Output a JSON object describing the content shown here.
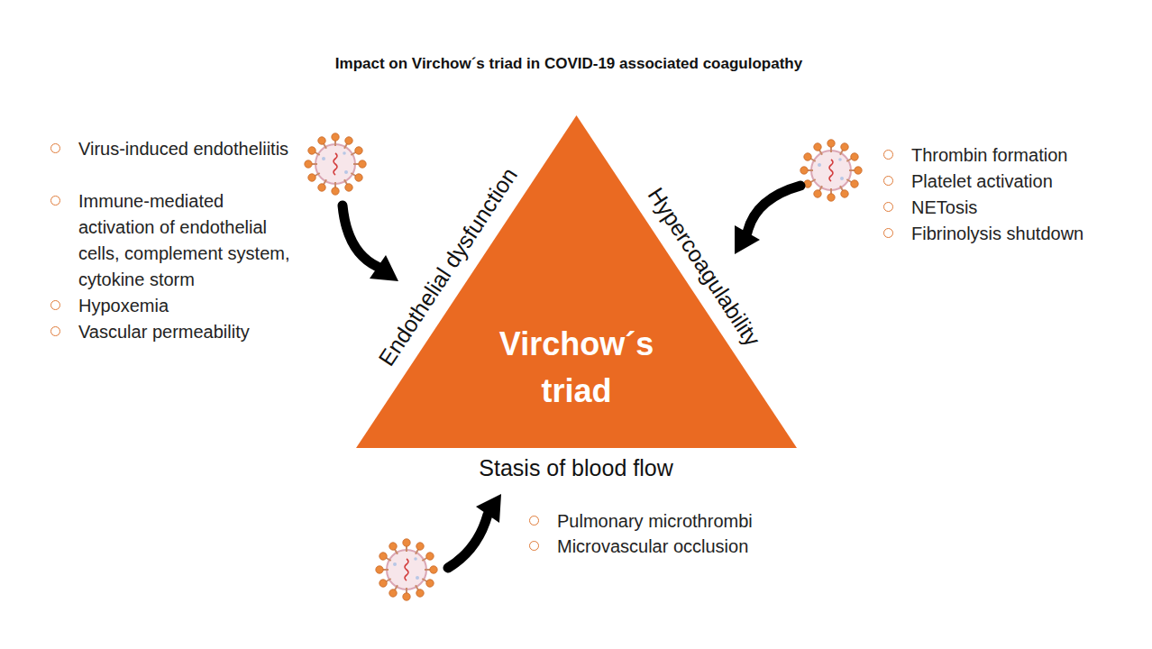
{
  "diagram": {
    "title": "Impact on Virchow´s triad in COVID-19 associated coagulopathy",
    "nodes": [
      {
        "text": [
          "Virchow´s triad"
        ]
      }
    ],
    "labels": [
      "Endothelial dysfunction",
      "Hypercoagulability",
      "Stasis of blood flow",
      "Virus-induced endotheliitis",
      "Immune-mediated activation of endothelial cells, complement system, cytokine storm",
      "Hypoxemia",
      "Vascular permeability",
      "Thrombin formation",
      "Platelet activation",
      "NETosis",
      "Fibrinolysis shutdown",
      "Pulmonary microthrombi",
      "Microvascular occlusion"
    ]
  }
}
